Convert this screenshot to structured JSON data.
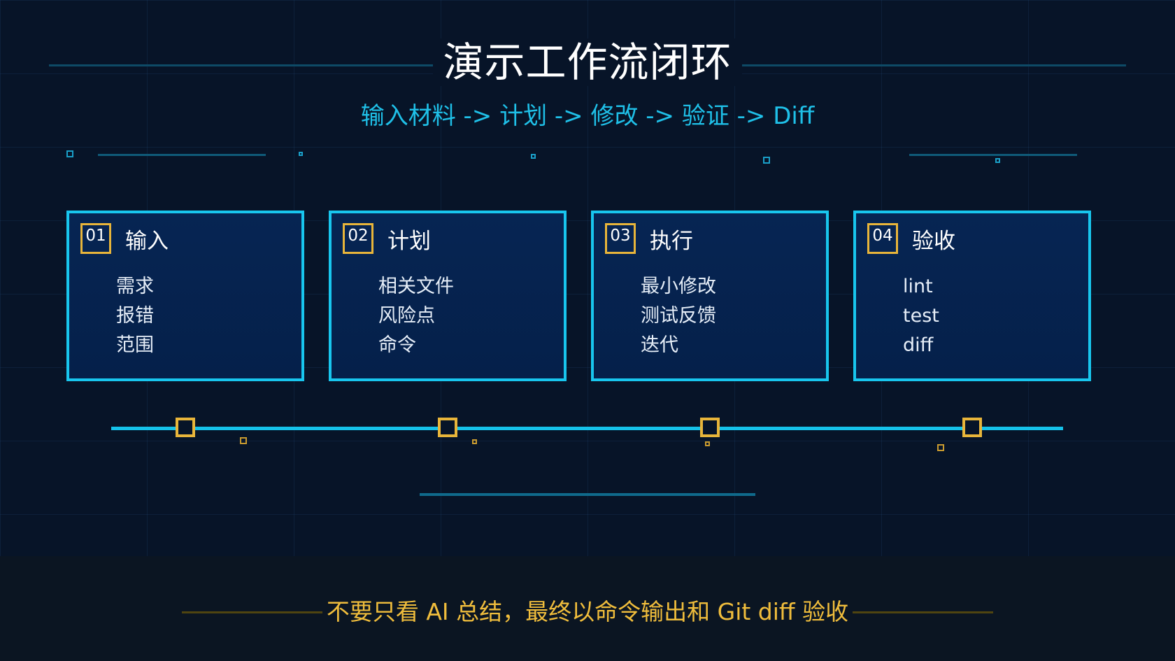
{
  "title": "演示工作流闭环",
  "subtitle": "输入材料 -> 计划 -> 修改 -> 验证 -> Diff",
  "steps": [
    {
      "number": "01",
      "title": "输入",
      "items": [
        "需求",
        "报错",
        "范围"
      ]
    },
    {
      "number": "02",
      "title": "计划",
      "items": [
        "相关文件",
        "风险点",
        "命令"
      ]
    },
    {
      "number": "03",
      "title": "执行",
      "items": [
        "最小修改",
        "测试反馈",
        "迭代"
      ]
    },
    {
      "number": "04",
      "title": "验收",
      "items": [
        "lint",
        "test",
        "diff"
      ]
    }
  ],
  "footer": "不要只看 AI 总结，最终以命令输出和 Git diff 验收",
  "colors": {
    "background": "#071428",
    "accent_cyan": "#18c6ee",
    "accent_gold": "#e8b53a",
    "card_fill": "#062553"
  }
}
